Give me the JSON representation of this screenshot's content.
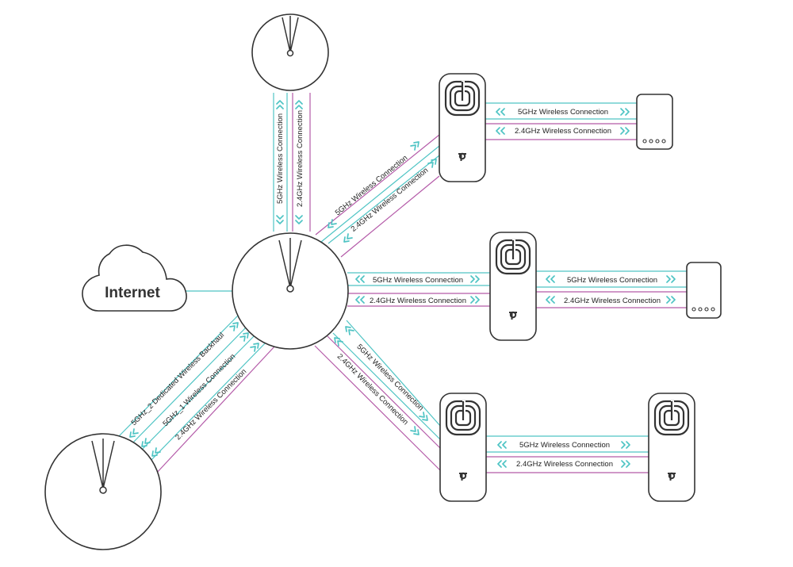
{
  "colors": {
    "teal": "#4fc4c4",
    "magenta": "#b45aa8",
    "stroke": "#333333"
  },
  "internet": {
    "label": "Internet"
  },
  "links": {
    "top_5g": "5GHz Wireless Connection",
    "top_24g": "2.4GHz Wireless Connection",
    "upper_right_5g": "5GHz Wireless Connection",
    "upper_right_24g": "2.4GHz Wireless Connection",
    "mid_5g": "5GHz Wireless Connection",
    "mid_24g": "2.4GHz Wireless Connection",
    "lower_right_5g": "5GHz Wireless Connection",
    "lower_right_24g": "2.4GHz Wireless Connection",
    "lower_left_backhaul": "5GHz_2 Dedicated Wireless Backhaul",
    "lower_left_5g1": "5GHz_1 Wireless Connection",
    "lower_left_24g": "2.4GHz Wireless Connection",
    "deco1_client_5g": "5GHz Wireless Connection",
    "deco1_client_24g": "2.4GHz Wireless Connection",
    "deco2_client_5g": "5GHz Wireless Connection",
    "deco2_client_24g": "2.4GHz Wireless Connection",
    "deco3_deco4_5g": "5GHz Wireless Connection",
    "deco3_deco4_24g": "2.4GHz Wireless Connection"
  },
  "icons": {
    "deco_logo": "deco-swirl-icon",
    "tp_link_logo": "tp-link-logo-icon",
    "ceiling_ap": "ceiling-access-point-icon",
    "client_router": "router-ports-icon"
  }
}
